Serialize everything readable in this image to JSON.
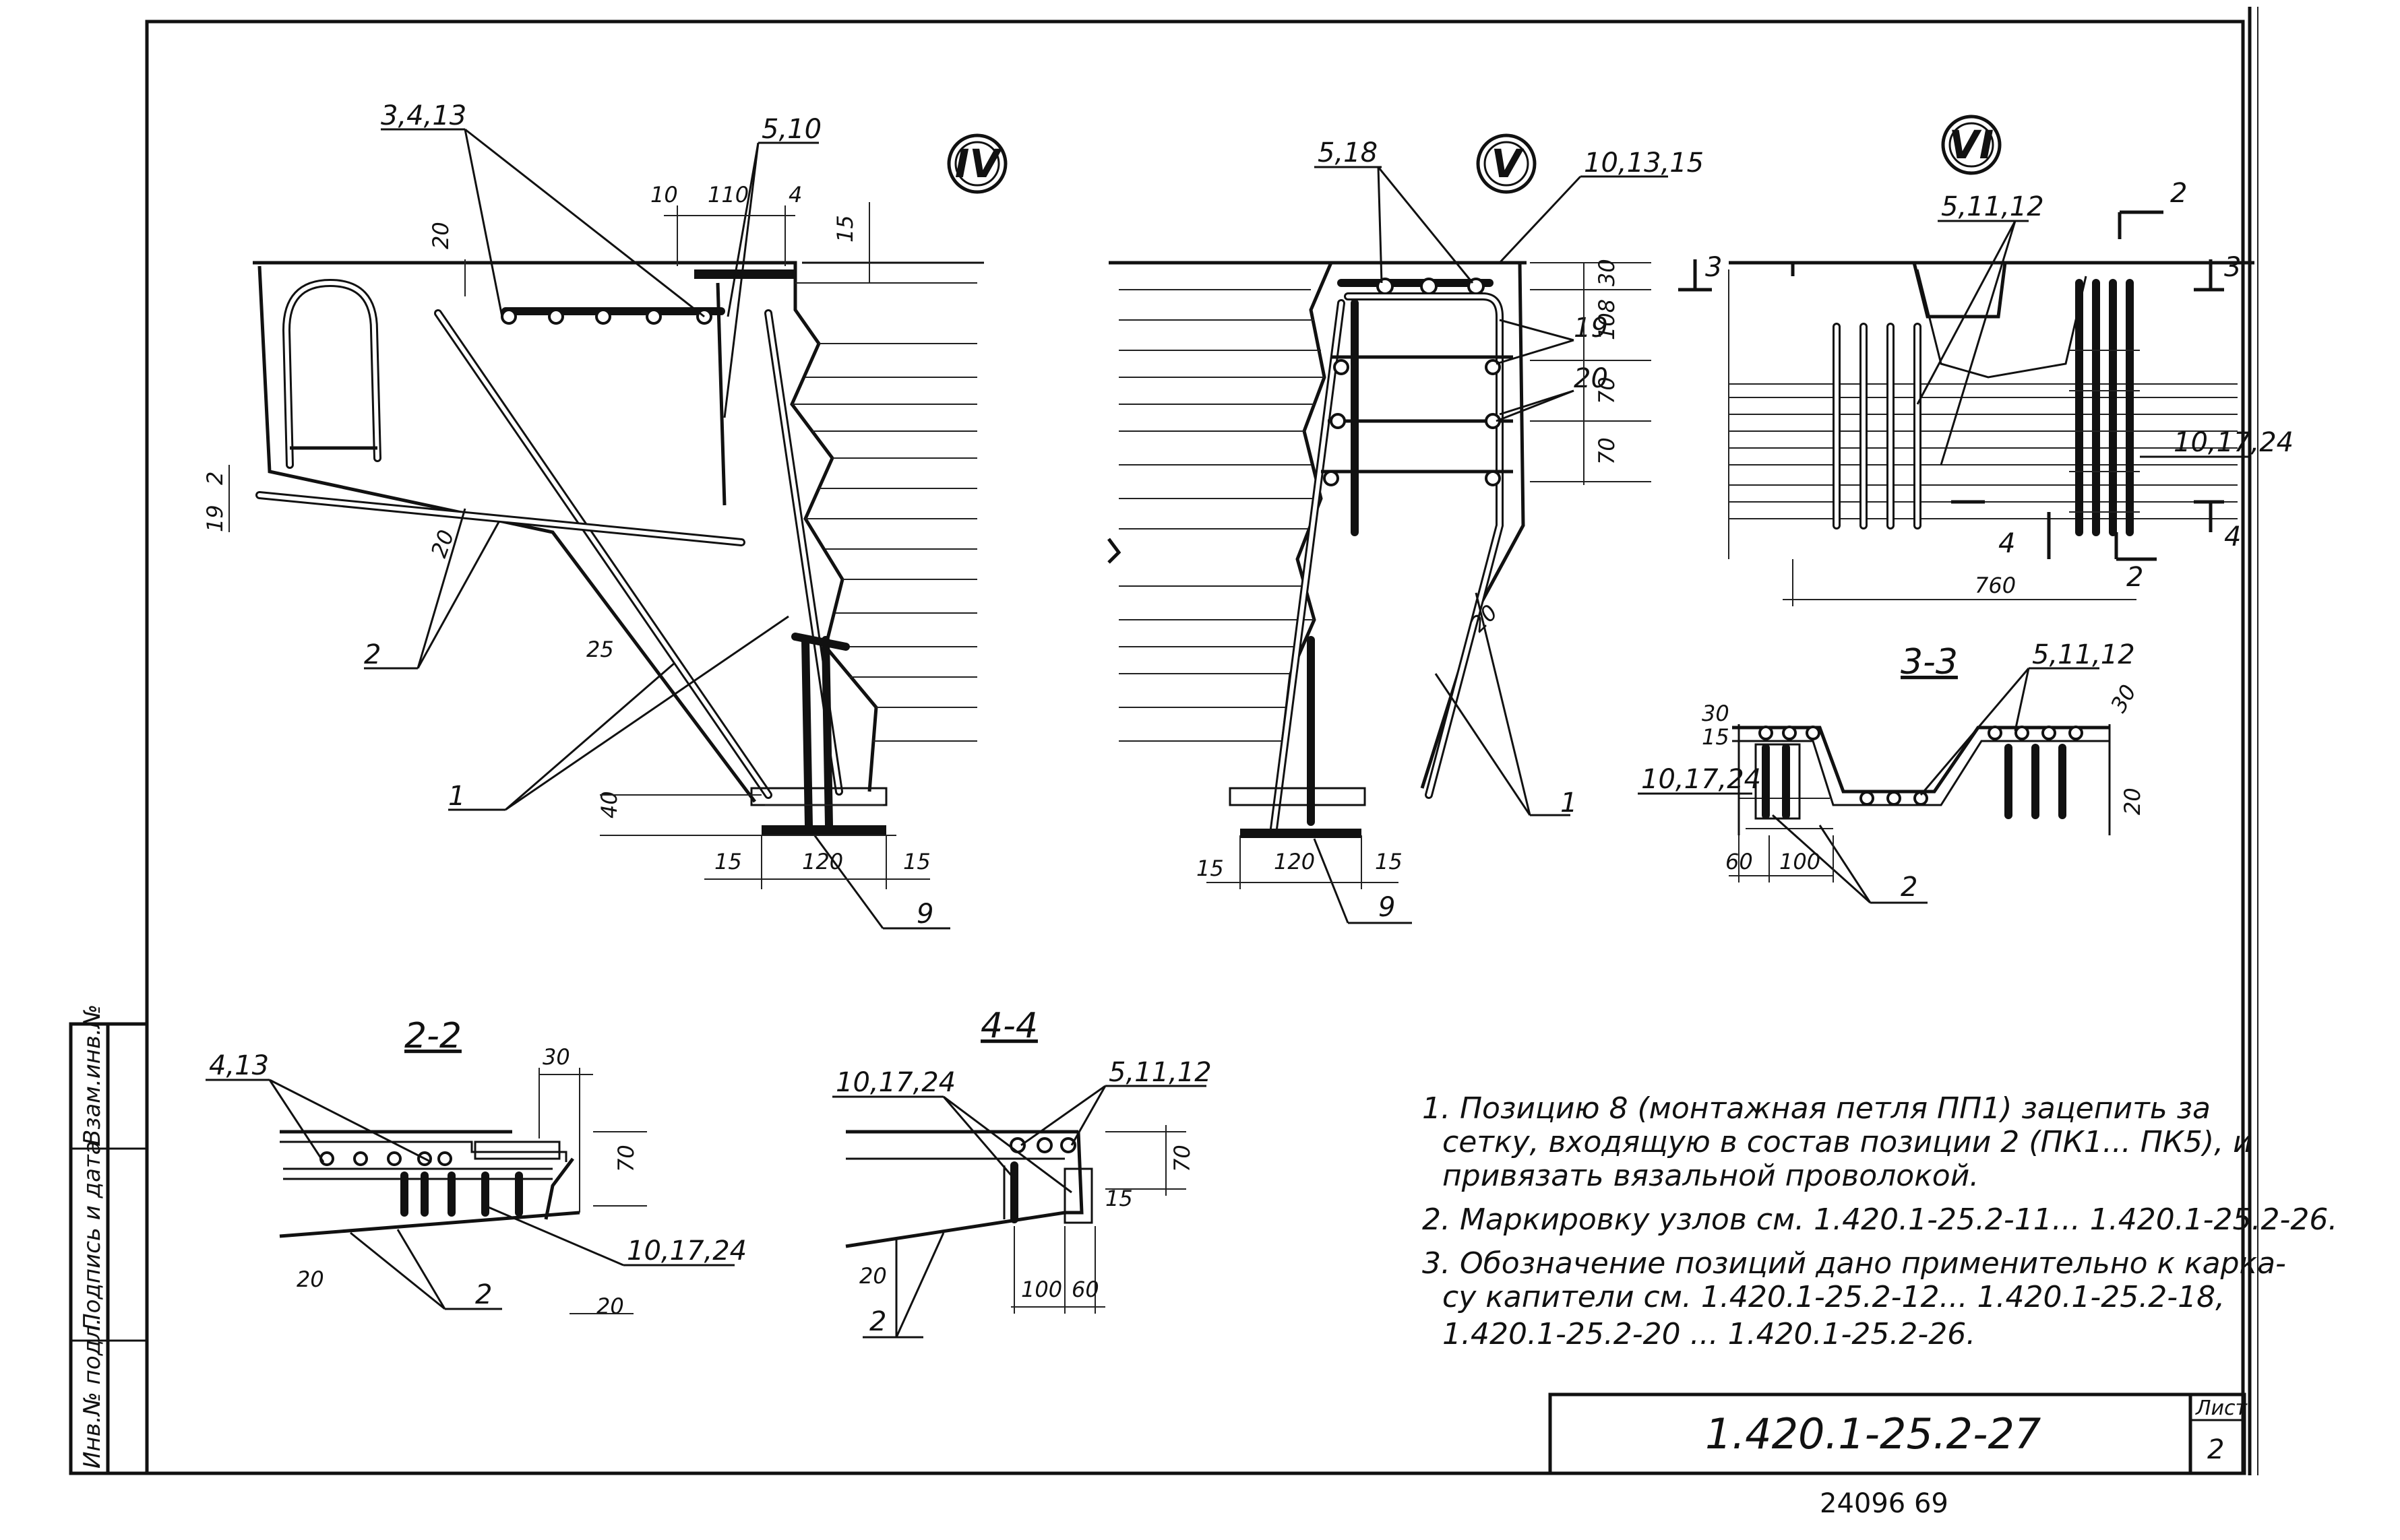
{
  "views": {
    "IV": {
      "title": "IV",
      "callouts": [
        "3,4,13",
        "5,10",
        "2",
        "1",
        "9"
      ],
      "dims": [
        "10",
        "110",
        "4",
        "20",
        "15",
        "19",
        "2",
        "20",
        "25",
        "40",
        "15",
        "120",
        "15"
      ]
    },
    "V": {
      "title": "V",
      "callouts": [
        "5,18",
        "10,13,15",
        "19",
        "20",
        "1",
        "9"
      ],
      "dims": [
        "30",
        "108",
        "70",
        "70",
        "20",
        "15",
        "120",
        "15"
      ]
    },
    "VI": {
      "title": "VI",
      "callouts": [
        "5,11,12",
        "10,17,24"
      ],
      "cut_marks": [
        "2",
        "3",
        "3",
        "4",
        "4",
        "2"
      ],
      "dims": [
        "760"
      ]
    },
    "section_3_3": {
      "title": "3-3",
      "callouts": [
        "5,11,12",
        "10,17,24",
        "2"
      ],
      "dims": [
        "30",
        "15",
        "30",
        "20",
        "60",
        "100"
      ]
    },
    "section_2_2": {
      "title": "2-2",
      "callouts": [
        "4,13",
        "10,17,24",
        "2"
      ],
      "dims": [
        "30",
        "70",
        "20",
        "20"
      ]
    },
    "section_4_4": {
      "title": "4-4",
      "callouts": [
        "10,17,24",
        "5,11,12",
        "2"
      ],
      "dims": [
        "70",
        "15",
        "20",
        "100",
        "60"
      ]
    }
  },
  "notes": [
    "1. Позицию 8 (монтажная петля ПП1) зацепить за",
    "сетку, входящую в состав позиции 2 (ПК1... ПК5), и",
    "привязать вязальной проволокой.",
    "2. Маркировку узлов см. 1.420.1-25.2-11... 1.420.1-25.2-26.",
    "3. Обозначение позиций дано применительно к карка-",
    "су капители см. 1.420.1-25.2-12... 1.420.1-25.2-18,",
    "1.420.1-25.2-20 ... 1.420.1-25.2-26."
  ],
  "title_block": {
    "code": "1.420.1-25.2-27",
    "sheet_label": "Лист",
    "sheet_number": "2"
  },
  "side_stamp": {
    "field1": "Инв.№ подл.",
    "field2": "Подпись и дата",
    "field3": "Взам.инв.№"
  },
  "footer_number": "24096   69"
}
